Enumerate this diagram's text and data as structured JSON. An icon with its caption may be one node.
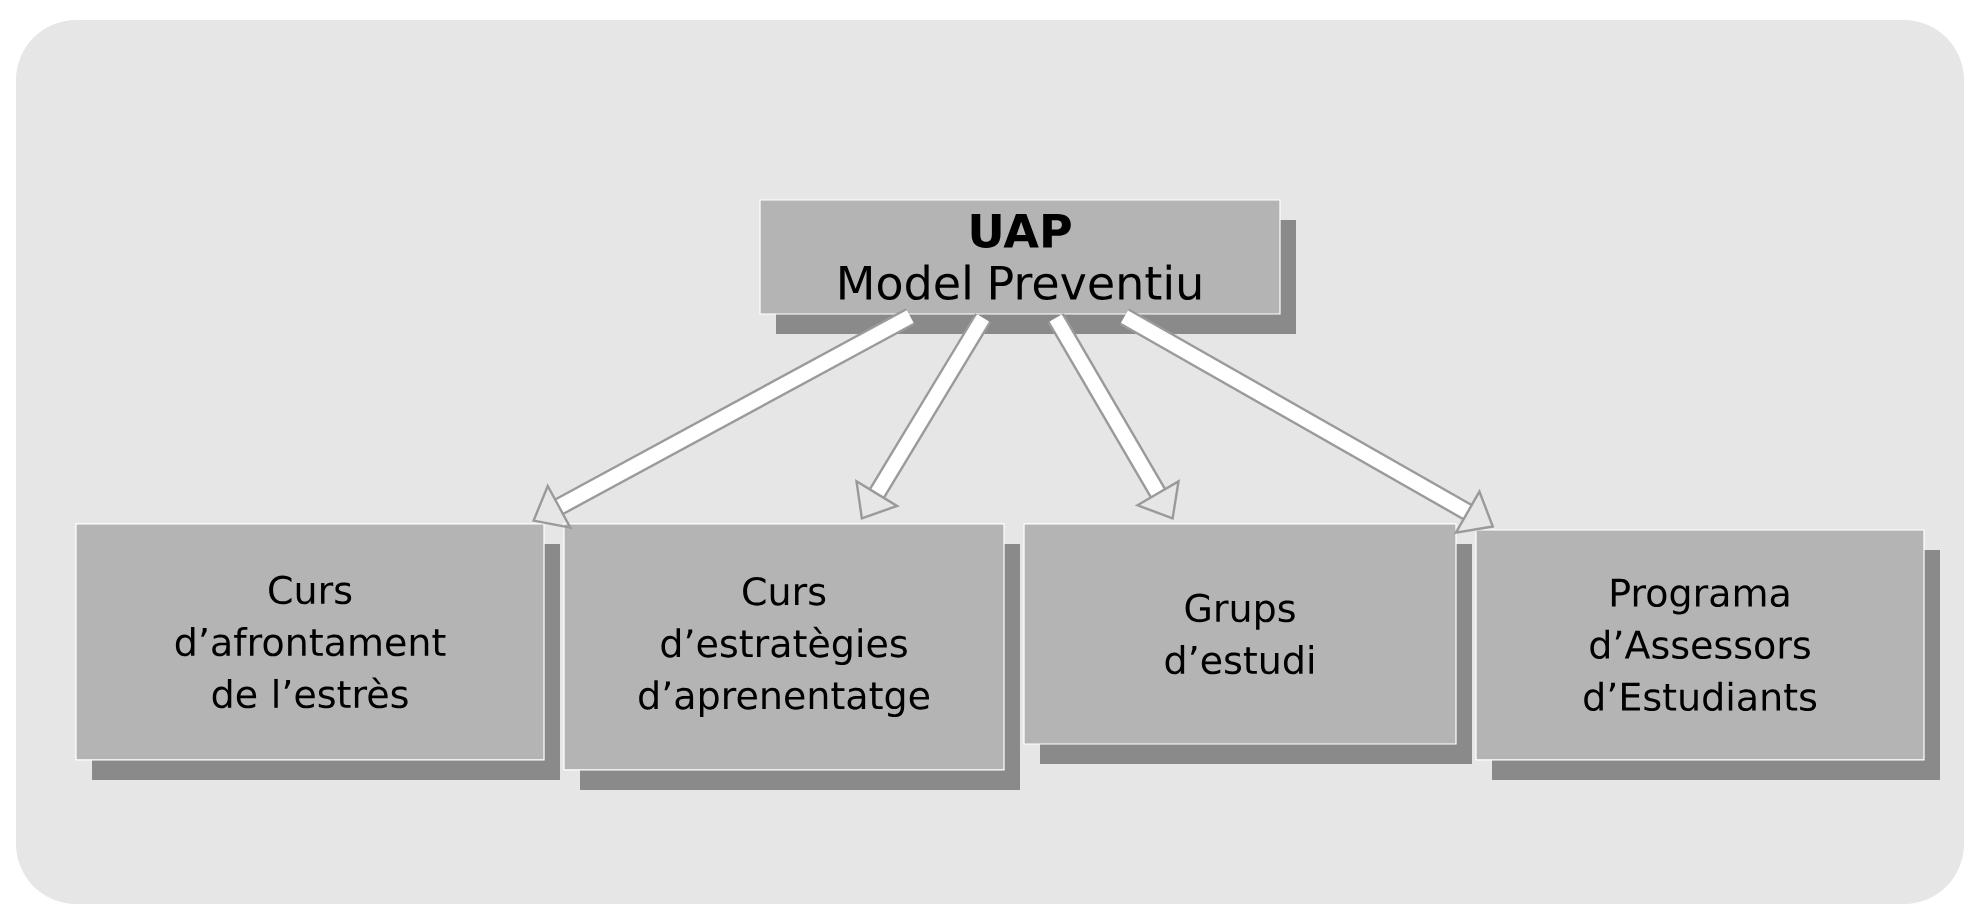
{
  "diagram": {
    "nodes": [
      {
        "text": [
          "UAP",
          "Model Preventiu"
        ]
      },
      {
        "text": [
          "Curs d’afrontament de l’estrès"
        ]
      },
      {
        "text": [
          "Curs d’estratègies d’aprenentatge"
        ]
      },
      {
        "text": [
          "Grups d’estudi"
        ]
      },
      {
        "text": [
          "Programa d’Assessors d’Estudiants"
        ]
      }
    ],
    "edges": [
      {
        "from": 0,
        "to": 1,
        "arrow": "to"
      },
      {
        "from": 0,
        "to": 2,
        "arrow": "to"
      },
      {
        "from": 0,
        "to": 3,
        "arrow": "to"
      },
      {
        "from": 0,
        "to": 4,
        "arrow": "to"
      }
    ]
  }
}
